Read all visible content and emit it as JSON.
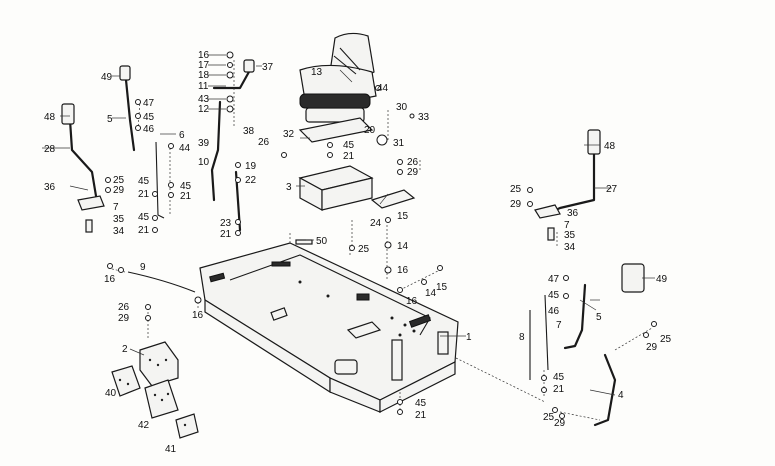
{
  "labels": [
    {
      "id": "l16a",
      "t": "16"
    },
    {
      "id": "l17",
      "t": "17"
    },
    {
      "id": "l18",
      "t": "18"
    },
    {
      "id": "l11",
      "t": "11"
    },
    {
      "id": "l43",
      "t": "43"
    },
    {
      "id": "l12",
      "t": "12"
    },
    {
      "id": "l37",
      "t": "37"
    },
    {
      "id": "l13",
      "t": "13"
    },
    {
      "id": "l44a",
      "t": "44"
    },
    {
      "id": "l49a",
      "t": "49"
    },
    {
      "id": "l47a",
      "t": "47"
    },
    {
      "id": "l45a",
      "t": "45"
    },
    {
      "id": "l46a",
      "t": "46"
    },
    {
      "id": "l5a",
      "t": "5"
    },
    {
      "id": "l6",
      "t": "6"
    },
    {
      "id": "l44b",
      "t": "44"
    },
    {
      "id": "l48a",
      "t": "48"
    },
    {
      "id": "l28",
      "t": "28"
    },
    {
      "id": "l36a",
      "t": "36"
    },
    {
      "id": "l25a",
      "t": "25"
    },
    {
      "id": "l29a",
      "t": "29"
    },
    {
      "id": "l7a",
      "t": "7"
    },
    {
      "id": "l35a",
      "t": "35"
    },
    {
      "id": "l34a",
      "t": "34"
    },
    {
      "id": "l45b",
      "t": "45"
    },
    {
      "id": "l21a",
      "t": "21"
    },
    {
      "id": "l45c",
      "t": "45"
    },
    {
      "id": "l21b",
      "t": "21"
    },
    {
      "id": "l45d",
      "t": "45"
    },
    {
      "id": "l21c",
      "t": "21"
    },
    {
      "id": "l39",
      "t": "39"
    },
    {
      "id": "l38",
      "t": "38"
    },
    {
      "id": "l10",
      "t": "10"
    },
    {
      "id": "l19",
      "t": "19"
    },
    {
      "id": "l22",
      "t": "22"
    },
    {
      "id": "l23",
      "t": "23"
    },
    {
      "id": "l21d",
      "t": "21"
    },
    {
      "id": "l30",
      "t": "30"
    },
    {
      "id": "l33",
      "t": "33"
    },
    {
      "id": "l32",
      "t": "32"
    },
    {
      "id": "l20",
      "t": "20"
    },
    {
      "id": "l26a",
      "t": "26"
    },
    {
      "id": "l45e",
      "t": "45"
    },
    {
      "id": "l21e",
      "t": "21"
    },
    {
      "id": "l31",
      "t": "31"
    },
    {
      "id": "l26b",
      "t": "26"
    },
    {
      "id": "l29b",
      "t": "29"
    },
    {
      "id": "l3",
      "t": "3"
    },
    {
      "id": "l24",
      "t": "24"
    },
    {
      "id": "l15a",
      "t": "15"
    },
    {
      "id": "l14a",
      "t": "14"
    },
    {
      "id": "l16b",
      "t": "16"
    },
    {
      "id": "l14b",
      "t": "14"
    },
    {
      "id": "l15b",
      "t": "15"
    },
    {
      "id": "l16c",
      "t": "16"
    },
    {
      "id": "l50",
      "t": "50"
    },
    {
      "id": "l25b",
      "t": "25"
    },
    {
      "id": "l48b",
      "t": "48"
    },
    {
      "id": "l27",
      "t": "27"
    },
    {
      "id": "l25c",
      "t": "25"
    },
    {
      "id": "l29c",
      "t": "29"
    },
    {
      "id": "l36b",
      "t": "36"
    },
    {
      "id": "l7b",
      "t": "7"
    },
    {
      "id": "l35b",
      "t": "35"
    },
    {
      "id": "l34b",
      "t": "34"
    },
    {
      "id": "l16d",
      "t": "16"
    },
    {
      "id": "l9",
      "t": "9"
    },
    {
      "id": "l16e",
      "t": "16"
    },
    {
      "id": "l26c",
      "t": "26"
    },
    {
      "id": "l29d",
      "t": "29"
    },
    {
      "id": "l2",
      "t": "2"
    },
    {
      "id": "l40",
      "t": "40"
    },
    {
      "id": "l42",
      "t": "42"
    },
    {
      "id": "l41",
      "t": "41"
    },
    {
      "id": "l1",
      "t": "1"
    },
    {
      "id": "l8",
      "t": "8"
    },
    {
      "id": "l47b",
      "t": "47"
    },
    {
      "id": "l45f",
      "t": "45"
    },
    {
      "id": "l46b",
      "t": "46"
    },
    {
      "id": "l7c",
      "t": "7"
    },
    {
      "id": "l5b",
      "t": "5"
    },
    {
      "id": "l49b",
      "t": "49"
    },
    {
      "id": "l45g",
      "t": "45"
    },
    {
      "id": "l21f",
      "t": "21"
    },
    {
      "id": "l45h",
      "t": "45"
    },
    {
      "id": "l21g",
      "t": "21"
    },
    {
      "id": "l25d",
      "t": "25"
    },
    {
      "id": "l29e",
      "t": "29"
    },
    {
      "id": "l29f",
      "t": "29"
    },
    {
      "id": "l25e",
      "t": "25"
    },
    {
      "id": "l4",
      "t": "4"
    }
  ]
}
